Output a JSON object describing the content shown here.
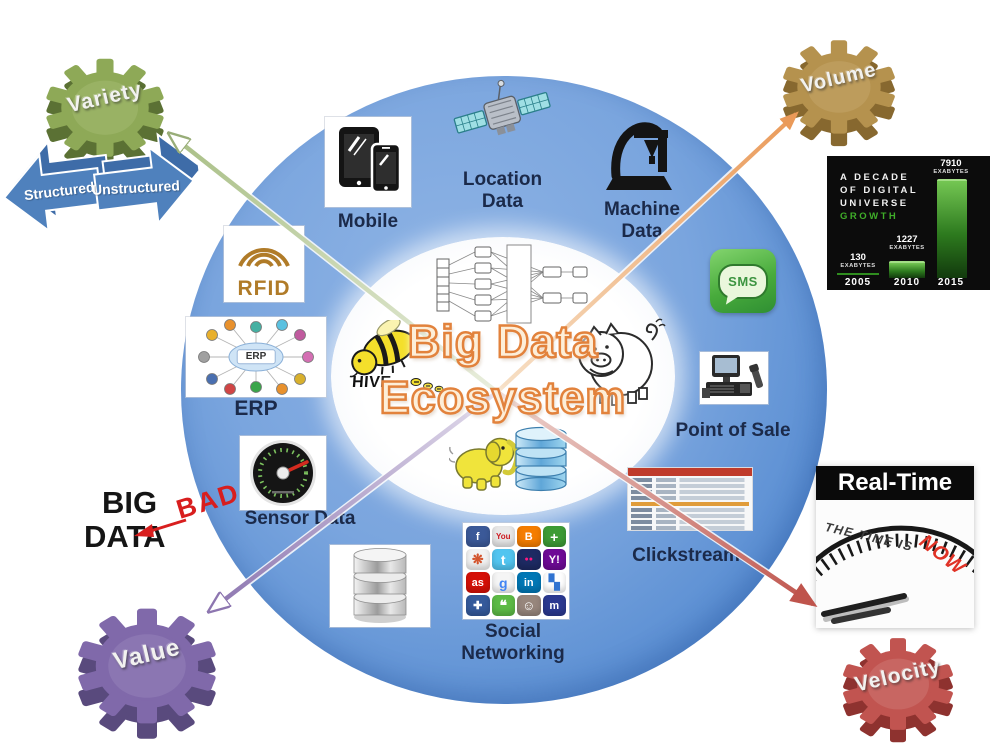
{
  "diagram": {
    "center": {
      "title_line1": "Big Data",
      "title_line2": "Ecosystem",
      "hive_label": "HIVE"
    },
    "ring": {
      "mobile": "Mobile",
      "location": "Location Data",
      "machine": "Machine Data",
      "rfid": "RFID",
      "sms": "SMS",
      "erp_icon": "ERP",
      "erp": "ERP",
      "pos": "Point of Sale",
      "sensor": "Sensor Data",
      "clickstream": "Clickstream",
      "social_line1": "Social",
      "social_line2": "Networking"
    },
    "gears": {
      "variety": {
        "label": "Variety",
        "color": "#8ea957"
      },
      "volume": {
        "label": "Volume",
        "color": "#b5924e"
      },
      "value": {
        "label": "Value",
        "color": "#8069aa"
      },
      "velocity": {
        "label": "Velocity",
        "color": "#c15450"
      }
    },
    "structured_arrows": {
      "left": "Structured",
      "right": "Unstructured"
    },
    "big_bad": {
      "word1": "BIG",
      "word2": "DATA",
      "overlay": "BAD"
    },
    "real_time": {
      "title": "Real-Time",
      "phrase": "THE TIME IS",
      "phrase_accent": "NOW"
    },
    "arrow_colors": {
      "variety": "#a9bf86",
      "volume": "#ea9a59",
      "value": "#8d76b0",
      "velocity": "#bf544c"
    }
  },
  "chart_data": {
    "type": "bar",
    "title": "A DECADE OF DIGITAL UNIVERSE GROWTH",
    "title_lines": [
      "A DECADE",
      "OF DIGITAL",
      "UNIVERSE"
    ],
    "title_accent": "GROWTH",
    "categories": [
      "2005",
      "2010",
      "2015"
    ],
    "values": [
      130,
      1227,
      7910
    ],
    "unit": "EXABYTES",
    "ylabel": "",
    "xlabel": "",
    "legend": false,
    "grid": false,
    "bar_color": "#2d7a1e",
    "background": "#0c0c0c"
  },
  "social": {
    "tiles": [
      {
        "name": "facebook",
        "glyph": "f",
        "bg": "#3b5998",
        "fg": "#ffffff"
      },
      {
        "name": "youtube",
        "glyph": "You",
        "bg": "#e8e8e8",
        "fg": "#cc181e"
      },
      {
        "name": "blogger",
        "glyph": "B",
        "bg": "#f57d00",
        "fg": "#ffffff"
      },
      {
        "name": "google-plus",
        "glyph": "+",
        "bg": "#3d9b35",
        "fg": "#ffffff"
      },
      {
        "name": "picasa",
        "glyph": "❋",
        "bg": "#f2f2f2",
        "fg": "#d3552e"
      },
      {
        "name": "twitter",
        "glyph": "t",
        "bg": "#52c5f0",
        "fg": "#ffffff"
      },
      {
        "name": "flickr",
        "glyph": "●●",
        "bg": "#1d2a63",
        "fg": "#ff1981"
      },
      {
        "name": "yahoo",
        "glyph": "Y!",
        "bg": "#6e0a96",
        "fg": "#ffffff"
      },
      {
        "name": "lastfm",
        "glyph": "as",
        "bg": "#d51007",
        "fg": "#ffffff"
      },
      {
        "name": "google",
        "glyph": "g",
        "bg": "#f5f5f5",
        "fg": "#4285f4"
      },
      {
        "name": "linkedin",
        "glyph": "in",
        "bg": "#0077b5",
        "fg": "#ffffff"
      },
      {
        "name": "delicious",
        "glyph": "▚",
        "bg": "#ffffff",
        "fg": "#3274d1"
      },
      {
        "name": "digg",
        "glyph": "✚",
        "bg": "#355a9b",
        "fg": "#ffffff"
      },
      {
        "name": "technorati",
        "glyph": "❝",
        "bg": "#5dbb46",
        "fg": "#ffffff"
      },
      {
        "name": "reddit",
        "glyph": "☺",
        "bg": "#97867c",
        "fg": "#ffffff"
      },
      {
        "name": "myspace",
        "glyph": "m",
        "bg": "#2b3990",
        "fg": "#ffffff"
      }
    ]
  }
}
